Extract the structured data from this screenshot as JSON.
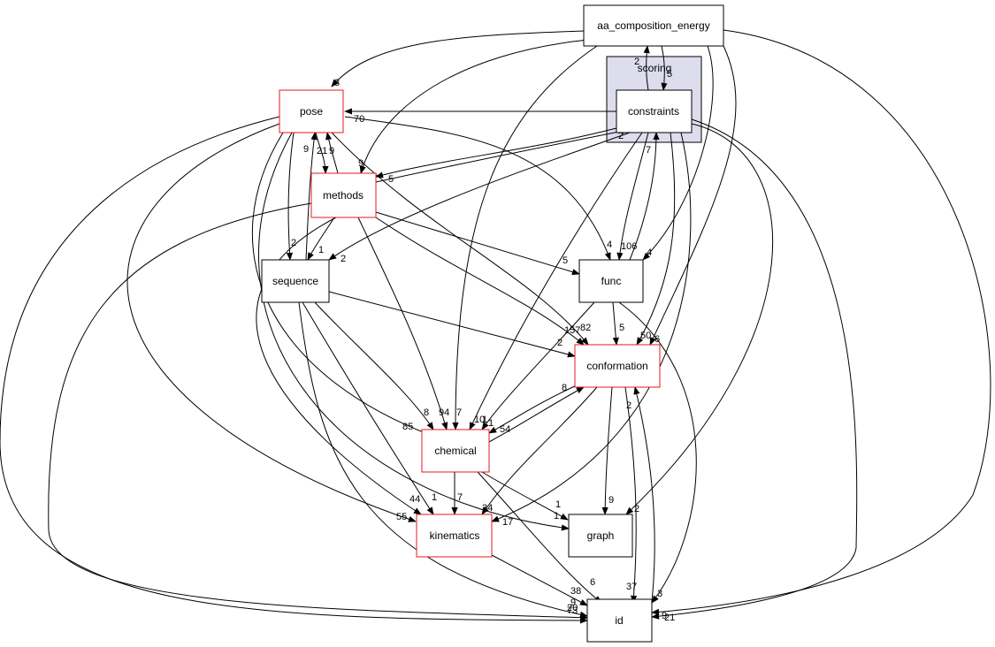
{
  "cluster": {
    "label": "scoring"
  },
  "nodes": {
    "aa_composition_energy": "aa_composition_energy",
    "constraints": "constraints",
    "pose": "pose",
    "methods": "methods",
    "sequence": "sequence",
    "func": "func",
    "conformation": "conformation",
    "chemical": "chemical",
    "kinematics": "kinematics",
    "graph": "graph",
    "id": "id"
  },
  "edge_labels": {
    "aa_pose": "8",
    "aa_methods": "9",
    "aa_constraints": "5",
    "constraints_aa": "2",
    "cons_pose": "70",
    "cons_methods": "5",
    "methods_cons": "2",
    "cons_sequence": "2",
    "cons_func": "106",
    "func_cons": "7",
    "aa_func": "4",
    "pose_func": "4",
    "methods_func": "5",
    "aa_conformation": "50",
    "cons_conformation": "6",
    "pose_conformation": "82",
    "methods_conformation": "157",
    "sequence_conformation": "2",
    "func_conformation": "5",
    "aa_chemical": "10",
    "cons_chemical": "1",
    "func_chemical": "1",
    "methods_chemical": "7",
    "pose_chemical": "85",
    "sequence_chemical": "8",
    "conformation_chemical": "54",
    "chemical_conformation": "8",
    "cons_kinematics": "17",
    "conformation_kinematics": "34",
    "chemical_kinematics": "7",
    "pose_kinematics": "55",
    "methods_kinematics": "44",
    "sequence_kinematics": "1",
    "cons_graph": "2",
    "conformation_graph": "9",
    "chemical_graph": "1",
    "pose_graph": "1",
    "aa_id": "21",
    "cons_id": "9",
    "func_id": "3",
    "conformation_id": "37",
    "id_conformation": "2",
    "chemical_id": "6",
    "kinematics_id": "38",
    "pose_id": "73",
    "methods_id": "20",
    "sequence_id": "9",
    "pose_methods": "21",
    "methods_pose": "9",
    "pose_sequence": "2",
    "sequence_pose": "9",
    "methods_sequence": "1",
    "methods_sequence2": "94"
  }
}
